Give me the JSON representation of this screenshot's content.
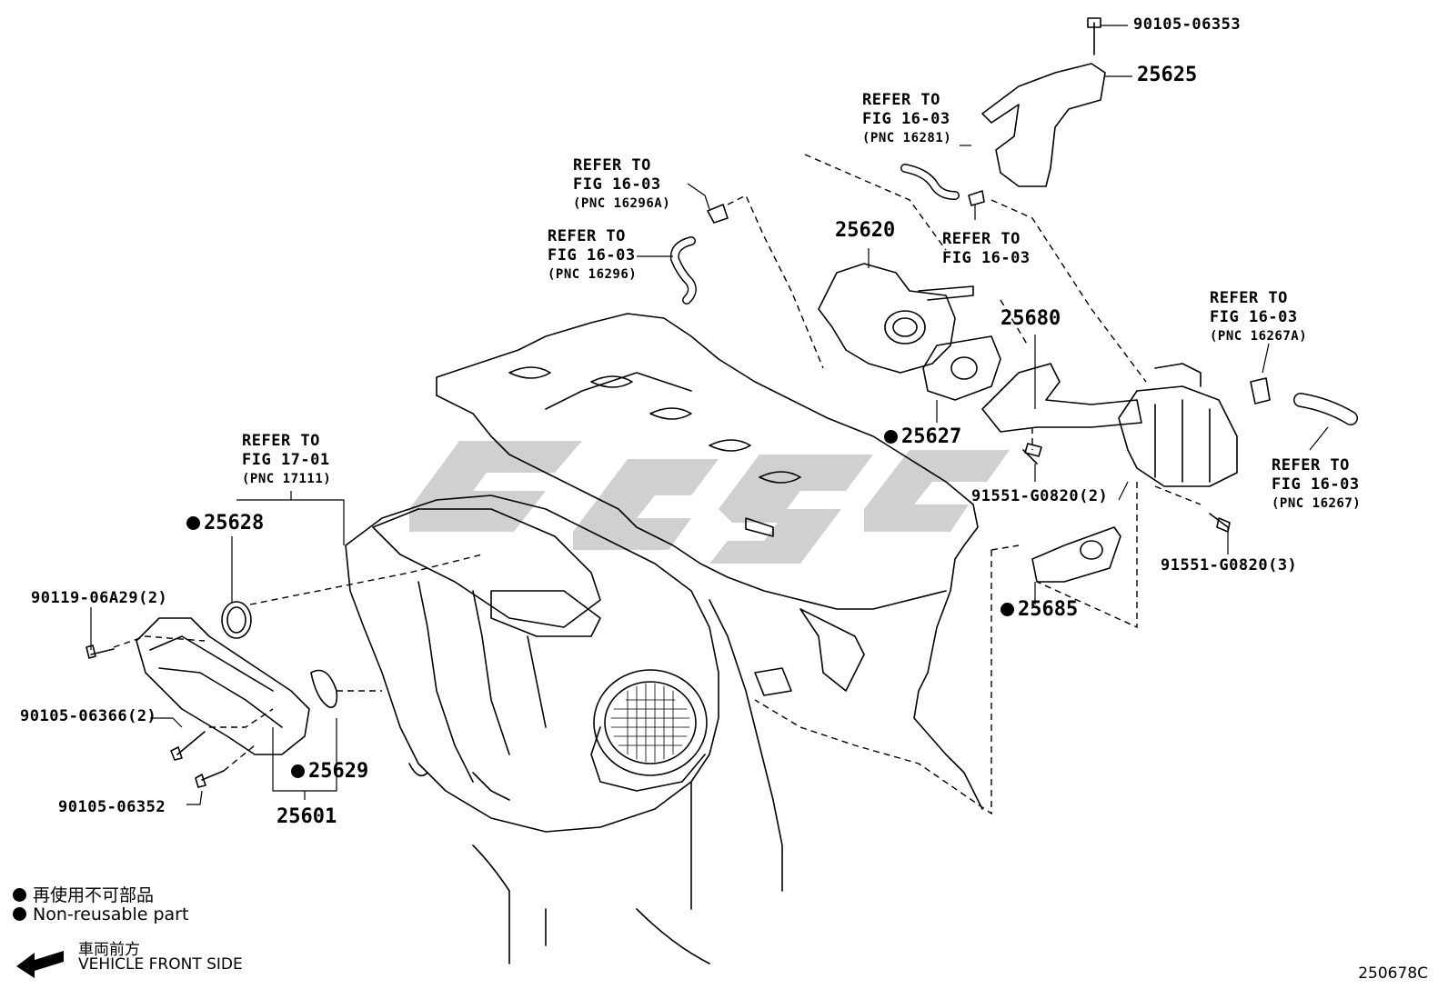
{
  "diagram": {
    "callouts": {
      "c_17111": {
        "refer": "REFER TO",
        "fig": "FIG 17-01",
        "pnc": "(PNC 17111)"
      },
      "c_16296A": {
        "refer": "REFER TO",
        "fig": "FIG 16-03",
        "pnc": "(PNC 16296A)"
      },
      "c_16296": {
        "refer": "REFER TO",
        "fig": "FIG 16-03",
        "pnc": "(PNC 16296)"
      },
      "c_16281": {
        "refer": "REFER TO",
        "fig": "FIG 16-03",
        "pnc": "(PNC 16281)"
      },
      "c_16_03": {
        "refer": "REFER TO",
        "fig": "FIG 16-03"
      },
      "c_16267A": {
        "refer": "REFER TO",
        "fig": "FIG 16-03",
        "pnc": "(PNC 16267A)"
      },
      "c_16267": {
        "refer": "REFER TO",
        "fig": "FIG 16-03",
        "pnc": "(PNC 16267)"
      }
    },
    "parts": {
      "p_90105_06353": "90105-06353",
      "p_25625": "25625",
      "p_25620": "25620",
      "p_25680": "25680",
      "p_25627": "25627",
      "p_91551_G0820_2": "91551-G0820(2)",
      "p_91551_G0820_3": "91551-G0820(3)",
      "p_25685": "25685",
      "p_25628": "25628",
      "p_90119_06A29": "90119-06A29(2)",
      "p_90105_06366": "90105-06366(2)",
      "p_25629": "25629",
      "p_90105_06352": "90105-06352",
      "p_25601": "25601"
    },
    "legend": {
      "non_reusable_jp": "再使用不可部品",
      "non_reusable_en": "Non-reusable part"
    },
    "front": {
      "jp": "車両前方",
      "en": "VEHICLE FRONT SIDE"
    },
    "figure_code": "250678C"
  }
}
